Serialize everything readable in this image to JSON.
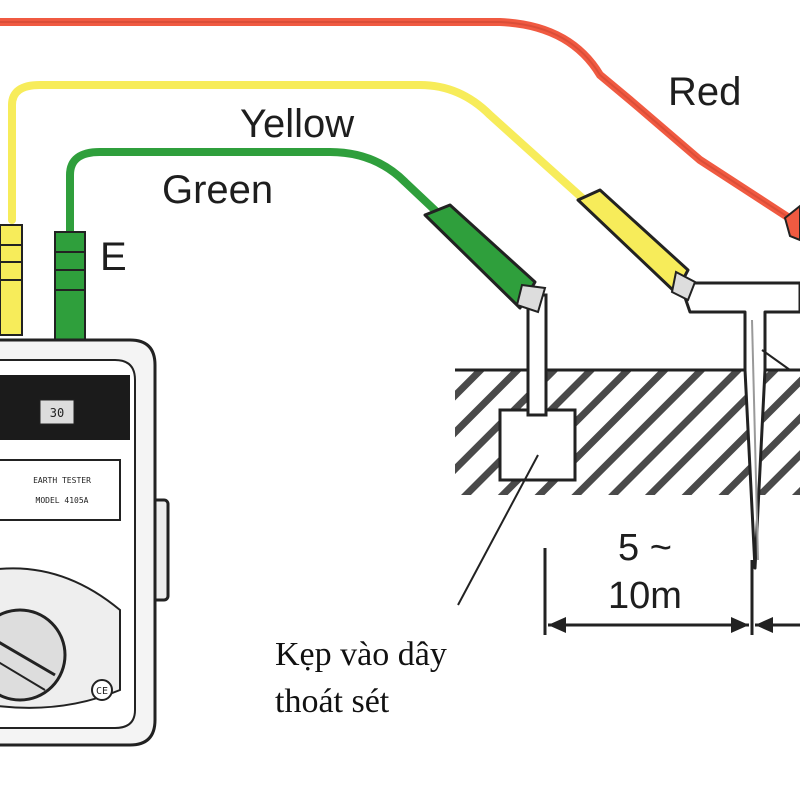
{
  "wires": {
    "red": {
      "label": "Red",
      "color": "#f05a41"
    },
    "yellow": {
      "label": "Yellow",
      "color": "#f7ec5a"
    },
    "green": {
      "label": "Green",
      "color": "#2f9f3c"
    }
  },
  "terminal_label": "E",
  "instrument": {
    "panel_text": [
      "EARTH TESTER",
      "MODEL 4105A"
    ],
    "badge": "30",
    "ce_mark": "CE"
  },
  "distance": {
    "line1": "5 ~",
    "line2": "10m"
  },
  "annotation": {
    "line1": "Kẹp vào dây",
    "line2": "thoát sét"
  }
}
